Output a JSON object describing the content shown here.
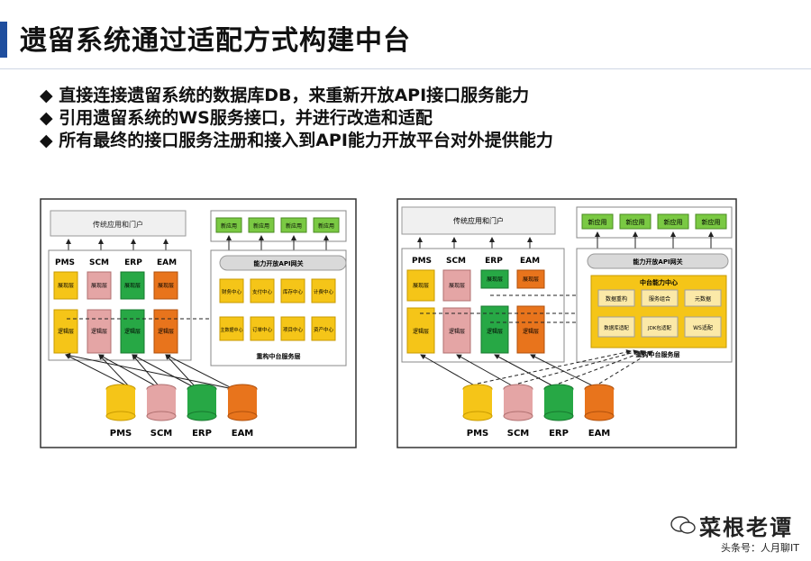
{
  "slide": {
    "title": "遗留系统通过适配方式构建中台",
    "bullets": [
      "◆ 直接连接遗留系统的数据库DB，来重新开放API接口服务能力",
      "◆ 引用遗留系统的WS服务接口，并进行改造和适配",
      "◆ 所有最终的接口服务注册和接入到API能力开放平台对外提供能力"
    ]
  },
  "left_diagram": {
    "portal": "传统应用和门户",
    "new_app": "新应用",
    "gateway": "能力开放API网关",
    "systems": [
      "PMS",
      "SCM",
      "ERP",
      "EAM"
    ],
    "presentation_layer": "展现层",
    "logic_layer": "逻辑层",
    "centers": [
      "财务中心",
      "支付中心",
      "库存中心",
      "计费中心",
      "主数据中心",
      "订单中心",
      "项目中心",
      "资产中心"
    ],
    "service_layer": "重构中台服务层",
    "databases": [
      "PMS",
      "SCM",
      "ERP",
      "EAM"
    ]
  },
  "right_diagram": {
    "portal": "传统应用和门户",
    "new_app": "新应用",
    "gateway": "能力开放API网关",
    "systems": [
      "PMS",
      "SCM",
      "ERP",
      "EAM"
    ],
    "presentation_layer": "展现层",
    "logic_layer": "逻辑层",
    "center_title": "中台能力中心",
    "adapters": [
      "数据重构",
      "服务组合",
      "元数据",
      "数据库适配",
      "JDK包适配",
      "WS适配"
    ],
    "service_layer": "重构中台服务层",
    "databases": [
      "PMS",
      "SCM",
      "ERP",
      "EAM"
    ]
  },
  "watermark": {
    "name": "菜根老谭",
    "source": "头条号：人月聊IT"
  }
}
